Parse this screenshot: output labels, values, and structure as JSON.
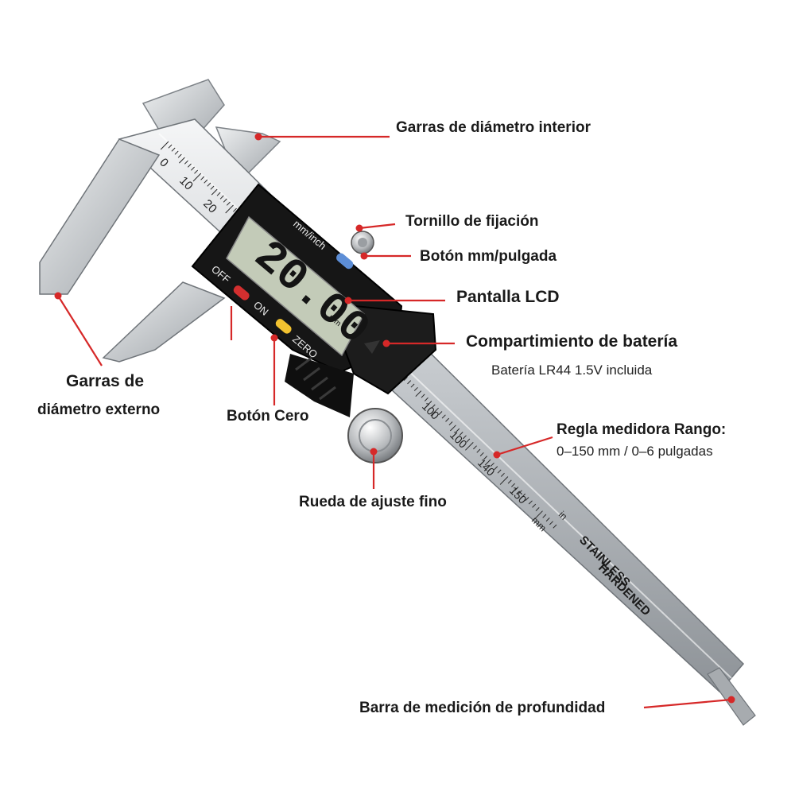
{
  "labels": {
    "inner_jaws": "Garras de diámetro interior",
    "lock_screw": "Tornillo de fijación",
    "unit_button": "Botón mm/pulgada",
    "lcd": "Pantalla LCD",
    "battery": "Compartimiento de batería",
    "battery_note": "Batería LR44 1.5V incluida",
    "outer_jaws_line1": "Garras de",
    "outer_jaws_line2": "diámetro externo",
    "zero_button": "Botón Cero",
    "ruler_line1": "Regla medidora Rango:",
    "ruler_line2": "0–150 mm / 0–6 pulgadas",
    "fine_wheel": "Rueda de ajuste fino",
    "depth_bar": "Barra de medición de profundidad"
  },
  "device": {
    "display_value": "20.00",
    "display_unit": "mm",
    "unit_key_label": "mm/inch",
    "off_label": "OFF",
    "on_label": "ON",
    "zero_label": "ZERO",
    "beam_text_1": "STAINLESS",
    "beam_text_2": "HARDENED",
    "scale_unit_mm": "mm",
    "scale_unit_in": "in",
    "scale_top": [
      "0",
      "10",
      "20"
    ],
    "scale_bottom": [
      "100",
      "100",
      "140",
      "150"
    ]
  },
  "colors": {
    "accent": "#d62828",
    "steel": "#c9ccd0",
    "lcd": "#c3cbb8",
    "body": "#151515",
    "unit_button": "#5d8ed6",
    "off_button": "#d32f2f",
    "zero_button": "#f2c230"
  }
}
